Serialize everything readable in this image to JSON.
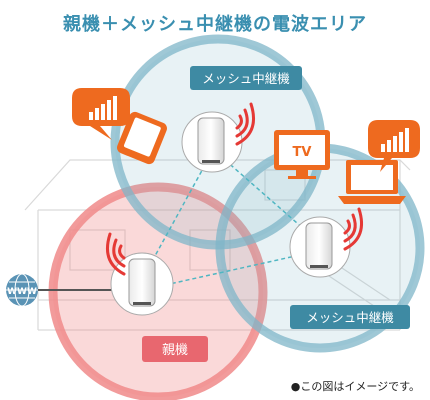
{
  "title": "親機＋メッシュ中継機の電波エリア",
  "labels": {
    "mesh_top": "メッシュ中継機",
    "mesh_right": "メッシュ中継機",
    "parent": "親機",
    "tv": "TV",
    "www": "WWW"
  },
  "note": "●この図はイメージです。",
  "colors": {
    "parent_area": "#f08a8a",
    "mesh_area": "#7fb6c8",
    "label_bg": "#3e8aa3",
    "parent_label_bg": "#e8676f",
    "signal_orange": "#ee6a1f",
    "signal_red": "#e53935"
  }
}
